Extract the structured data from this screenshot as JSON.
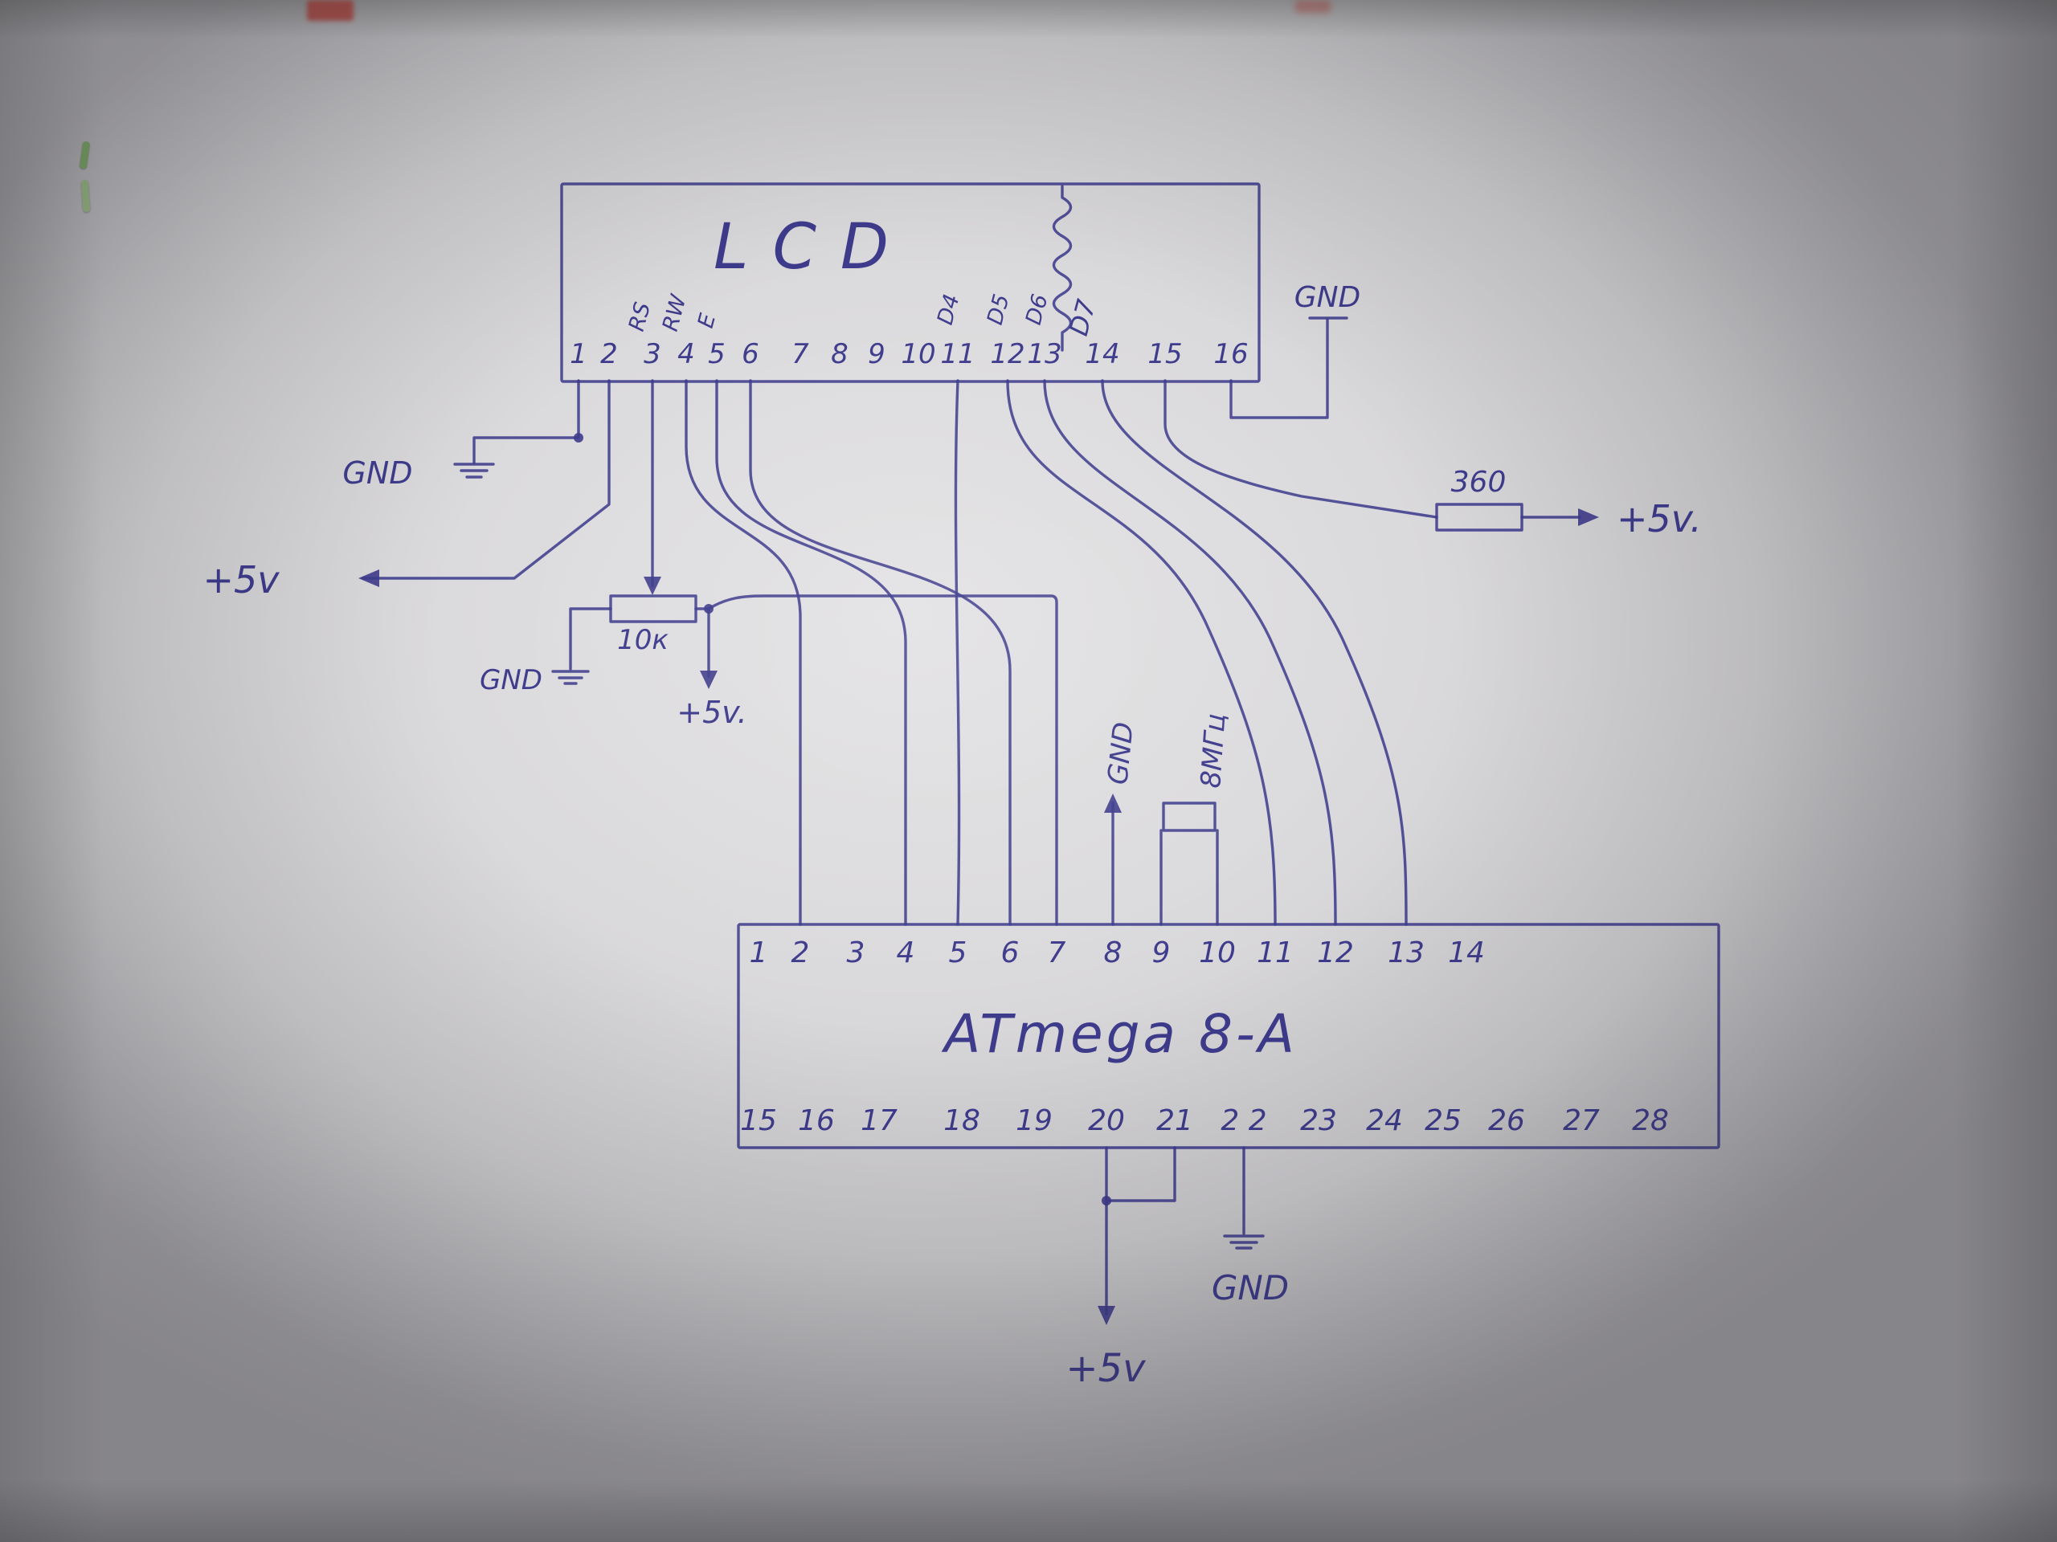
{
  "page": {
    "title": "Hand-drawn schematic: LCD to ATmega8-A wiring"
  },
  "ink": "#3e3b8c",
  "lcd": {
    "title": "LCD",
    "pins": [
      "1",
      "2",
      "3",
      "4",
      "5",
      "6",
      "7",
      "8",
      "9",
      "10",
      "11",
      "12",
      "13",
      "14",
      "15",
      "16"
    ],
    "pin_labels": {
      "rs": "RS",
      "rw": "RW",
      "e": "E",
      "d4": "D4",
      "d5": "D5",
      "d6": "D6",
      "d7": "D7"
    }
  },
  "mcu": {
    "title": "ATmega 8-A",
    "top_pins": [
      "1",
      "2",
      "3",
      "4",
      "5",
      "6",
      "7",
      "8",
      "9",
      "10",
      "11",
      "12",
      "13",
      "14"
    ],
    "bottom_pins": [
      "15",
      "16",
      "17",
      "18",
      "19",
      "20",
      "21",
      "2 2",
      "23",
      "24",
      "25",
      "26",
      "27",
      "28"
    ]
  },
  "labels": {
    "gnd_top_right": "GND",
    "gnd_left": "GND",
    "plus5v_left": "+5v",
    "pot_value": "10к",
    "gnd_pot": "GND",
    "plus5v_pot": "+5v.",
    "resistor_value": "360",
    "plus5v_right": "+5v.",
    "gnd_mcu_pin8": "GND",
    "crystal": "8МГц",
    "plus5v_bottom": "+5v",
    "gnd_bottom": "GND"
  }
}
